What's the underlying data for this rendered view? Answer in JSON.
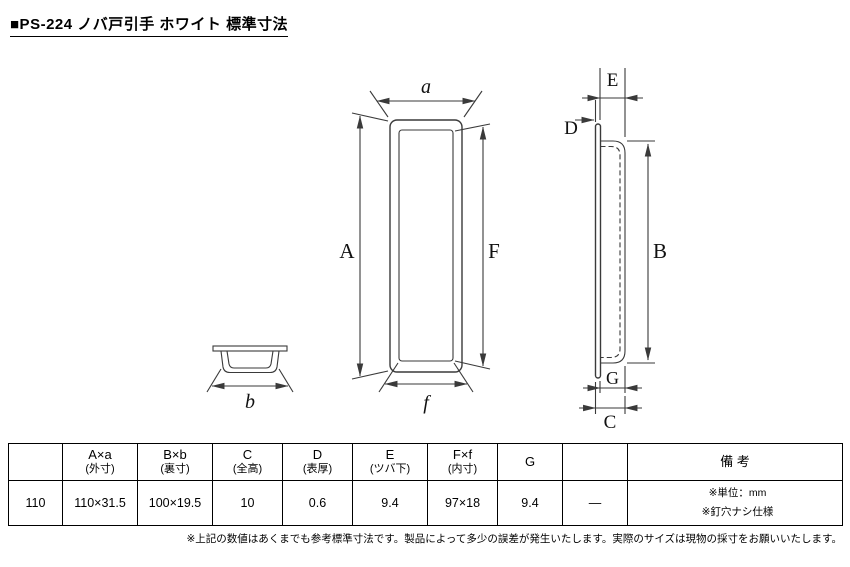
{
  "title": "■PS-224 ノバ戸引手 ホワイト 標準寸法",
  "drawing": {
    "front_labels": {
      "a": "a",
      "A": "A",
      "F": "F",
      "f": "f"
    },
    "side_labels": {
      "E": "E",
      "D": "D",
      "B": "B",
      "G": "G",
      "C": "C"
    },
    "bottom_label": {
      "b": "b"
    }
  },
  "table": {
    "columns": [
      {
        "header": "",
        "sub": "",
        "value": "110"
      },
      {
        "header": "A×a",
        "sub": "(外寸)",
        "value": "110×31.5"
      },
      {
        "header": "B×b",
        "sub": "(裏寸)",
        "value": "100×19.5"
      },
      {
        "header": "C",
        "sub": "(全高)",
        "value": "10"
      },
      {
        "header": "D",
        "sub": "(表厚)",
        "value": "0.6"
      },
      {
        "header": "E",
        "sub": "(ツバ下)",
        "value": "9.4"
      },
      {
        "header": "F×f",
        "sub": "(内寸)",
        "value": "97×18"
      },
      {
        "header": "G",
        "sub": "",
        "value": "9.4"
      },
      {
        "header": "",
        "sub": "",
        "value": "—"
      },
      {
        "header": "備 考",
        "sub": "",
        "value": ""
      }
    ],
    "remarks": {
      "line1": "※単位：mm",
      "line2": "※釘穴ナシ仕様"
    }
  },
  "footer_note": "※上記の数値はあくまでも参考標準寸法です。製品によって多少の誤差が発生いたします。実際のサイズは現物の採寸をお願いいたします。",
  "colors": {
    "line": "#3a3a3a",
    "text": "#000000",
    "background": "#ffffff"
  }
}
